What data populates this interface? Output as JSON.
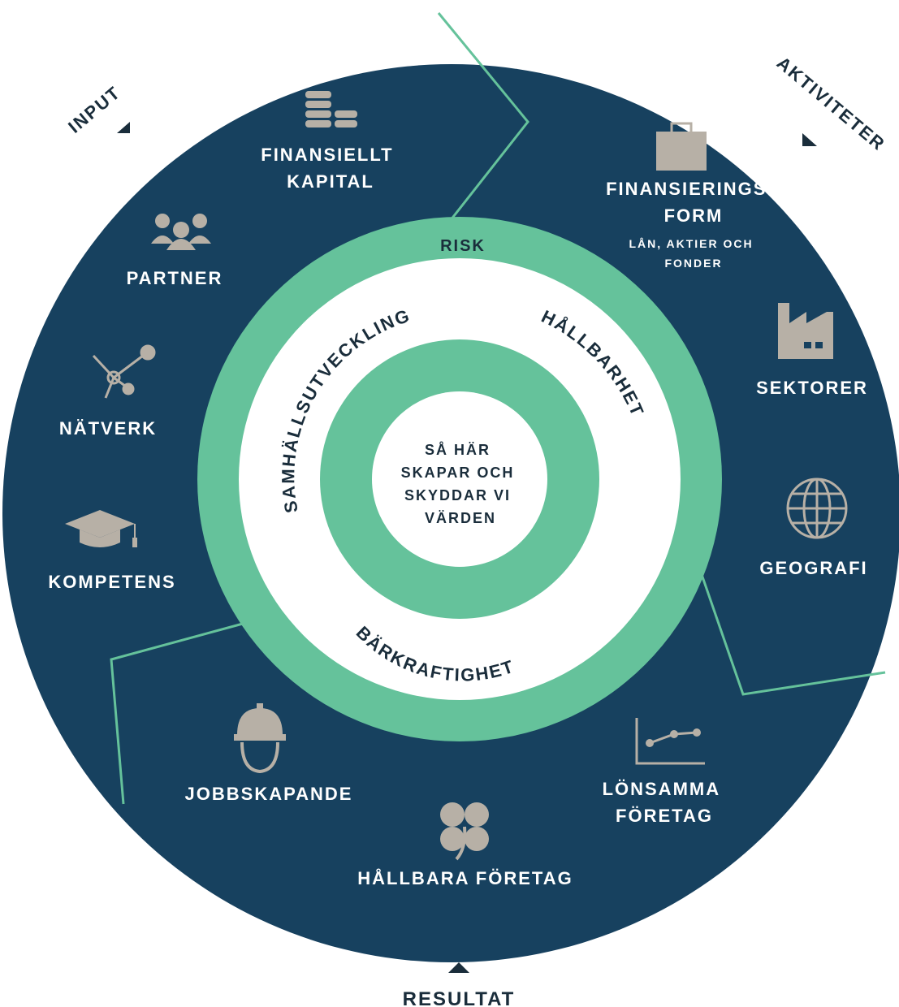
{
  "corner_labels": {
    "input": "INPUT",
    "activities": "AKTIVITETER",
    "result": "RESULTAT"
  },
  "outer_items": {
    "financial_capital": [
      "FINANSIELLT",
      "KAPITAL"
    ],
    "partner": "PARTNER",
    "network": "NÄTVERK",
    "competence": "KOMPETENS",
    "financing_form": [
      "FINANSIERINGS-",
      "FORM"
    ],
    "financing_form_sub": [
      "LÅN, AKTIER OCH",
      "FONDER"
    ],
    "sectors": "SEKTORER",
    "geography": "GEOGRAFI",
    "job_creation": "JOBBSKAPANDE",
    "sustainable_companies": "HÅLLBARA FÖRETAG",
    "profitable_companies": [
      "LÖNSAMMA",
      "FÖRETAG"
    ]
  },
  "ring_labels": {
    "risk": "RISK",
    "societal_development": "SAMHÄLLSUTVECKLING",
    "sustainability": "HÅLLBARHET",
    "resilience": "BÄRKRAFTIGHET"
  },
  "center": [
    "SÅ HÄR",
    "SKAPAR OCH",
    "SKYDDAR VI",
    "VÄRDEN"
  ],
  "colors": {
    "navy": "#17415f",
    "teal": "#65c29b",
    "icon": "#b7b0a6",
    "text_dark": "#1a2d3b"
  },
  "icons": [
    "coins-icon",
    "people-icon",
    "network-icon",
    "graduation-cap-icon",
    "briefcase-icon",
    "factory-icon",
    "globe-icon",
    "hard-hat-icon",
    "clover-icon",
    "line-chart-icon"
  ]
}
